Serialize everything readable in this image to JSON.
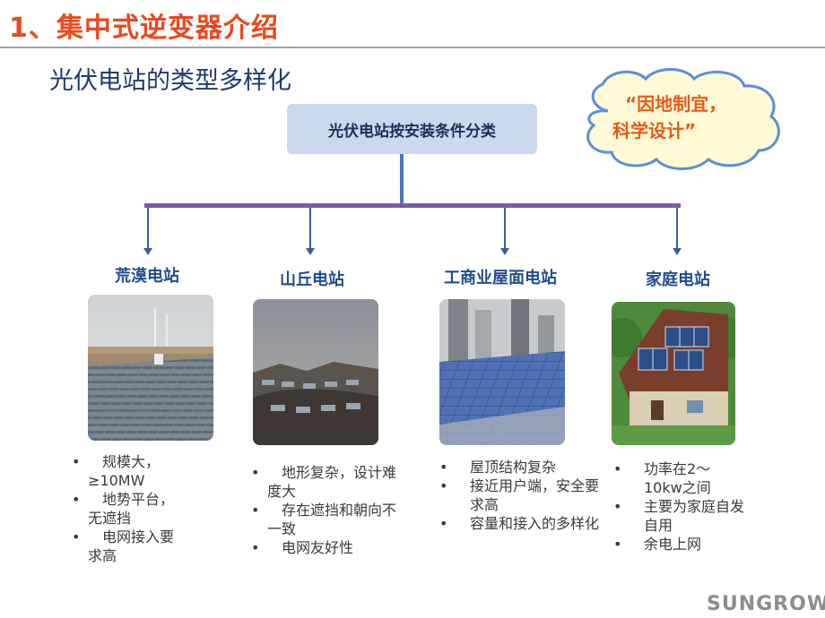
{
  "slide": {
    "title": "1、集中式逆变器介绍",
    "subtitle": "光伏电站的类型多样化"
  },
  "diagram": {
    "root_label": "光伏电站按安装条件分类",
    "callout_line1": "“因地制宜，",
    "callout_line2": "科学设计”",
    "categories": [
      {
        "label": "荒漠电站",
        "bullets": [
          "规模大，≥10MW",
          "地势平台，无遮挡",
          "电网接入要求高"
        ]
      },
      {
        "label": "山丘电站",
        "bullets": [
          "地形复杂，设计难度大",
          "存在遮挡和朝向不一致",
          "电网友好性"
        ]
      },
      {
        "label": "工商业屋面电站",
        "bullets": [
          "屋顶结构复杂",
          "接近用户端，安全要求高",
          "容量和接入的多样化"
        ]
      },
      {
        "label": "家庭电站",
        "bullets": [
          "功率在2～10kw之间",
          "主要为家庭自发自用",
          "余电上网"
        ]
      }
    ]
  },
  "footer": {
    "logo_text": "SUNGROW"
  },
  "colors": {
    "title": "#e8491d",
    "subtitle": "#1f3a6e",
    "root_box": "#c9d9ee",
    "connector": "#7a5aa6",
    "category_label": "#1f4c8c",
    "callout_text": "#e25b1a",
    "cloud_fill": "#fff9d6",
    "cloud_stroke": "#5b8ed6"
  }
}
